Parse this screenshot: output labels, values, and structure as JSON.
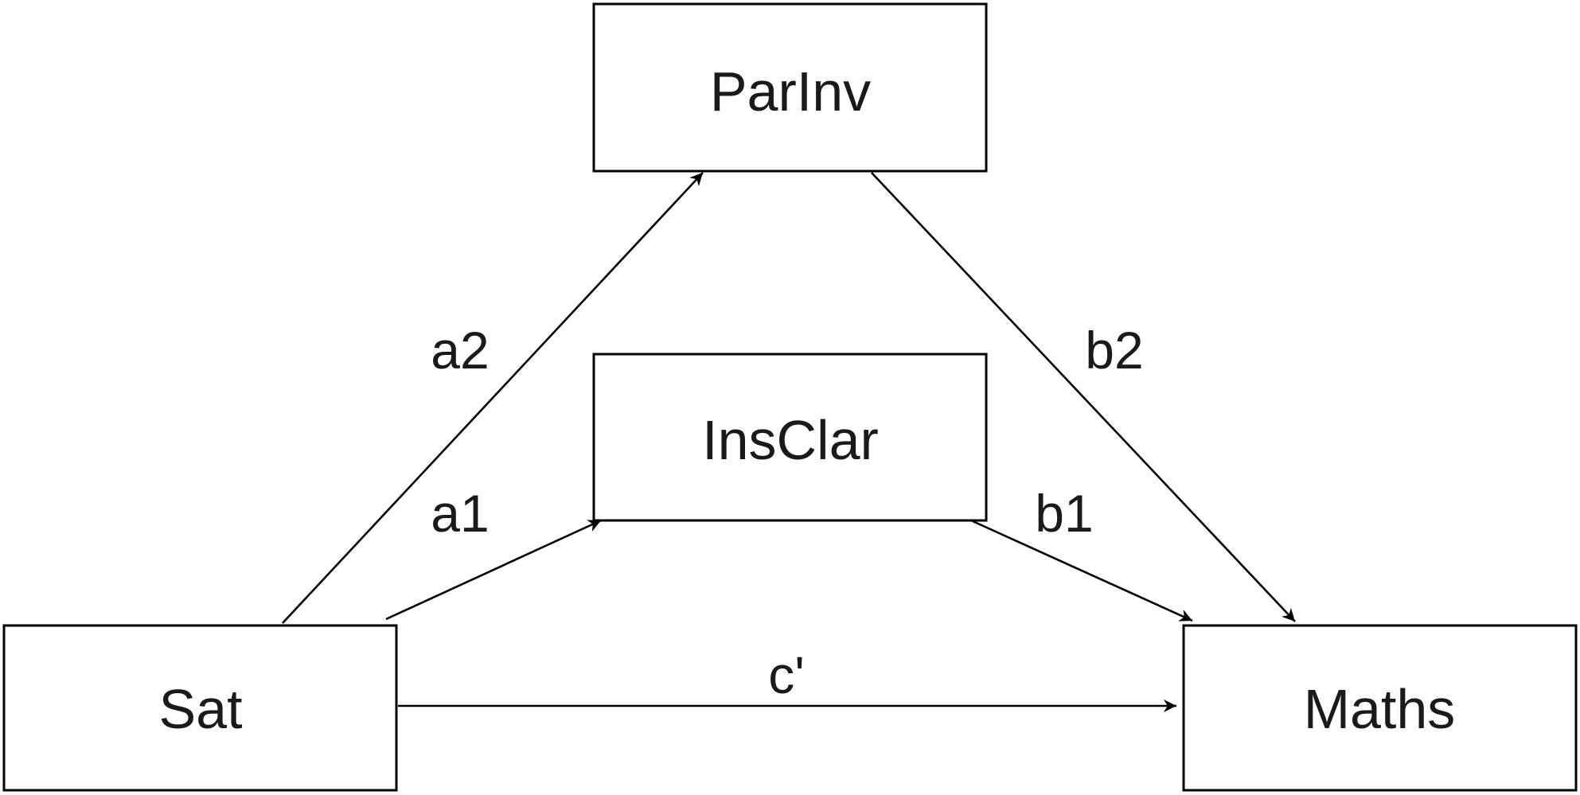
{
  "nodes": {
    "parinv": "ParInv",
    "insclar": "InsClar",
    "sat": "Sat",
    "maths": "Maths"
  },
  "paths": {
    "a1": "a1",
    "a2": "a2",
    "b1": "b1",
    "b2": "b2",
    "c_prime": "c'"
  },
  "colors": {
    "stroke": "#000000",
    "text": "#1a1a1a",
    "background": "#ffffff"
  }
}
